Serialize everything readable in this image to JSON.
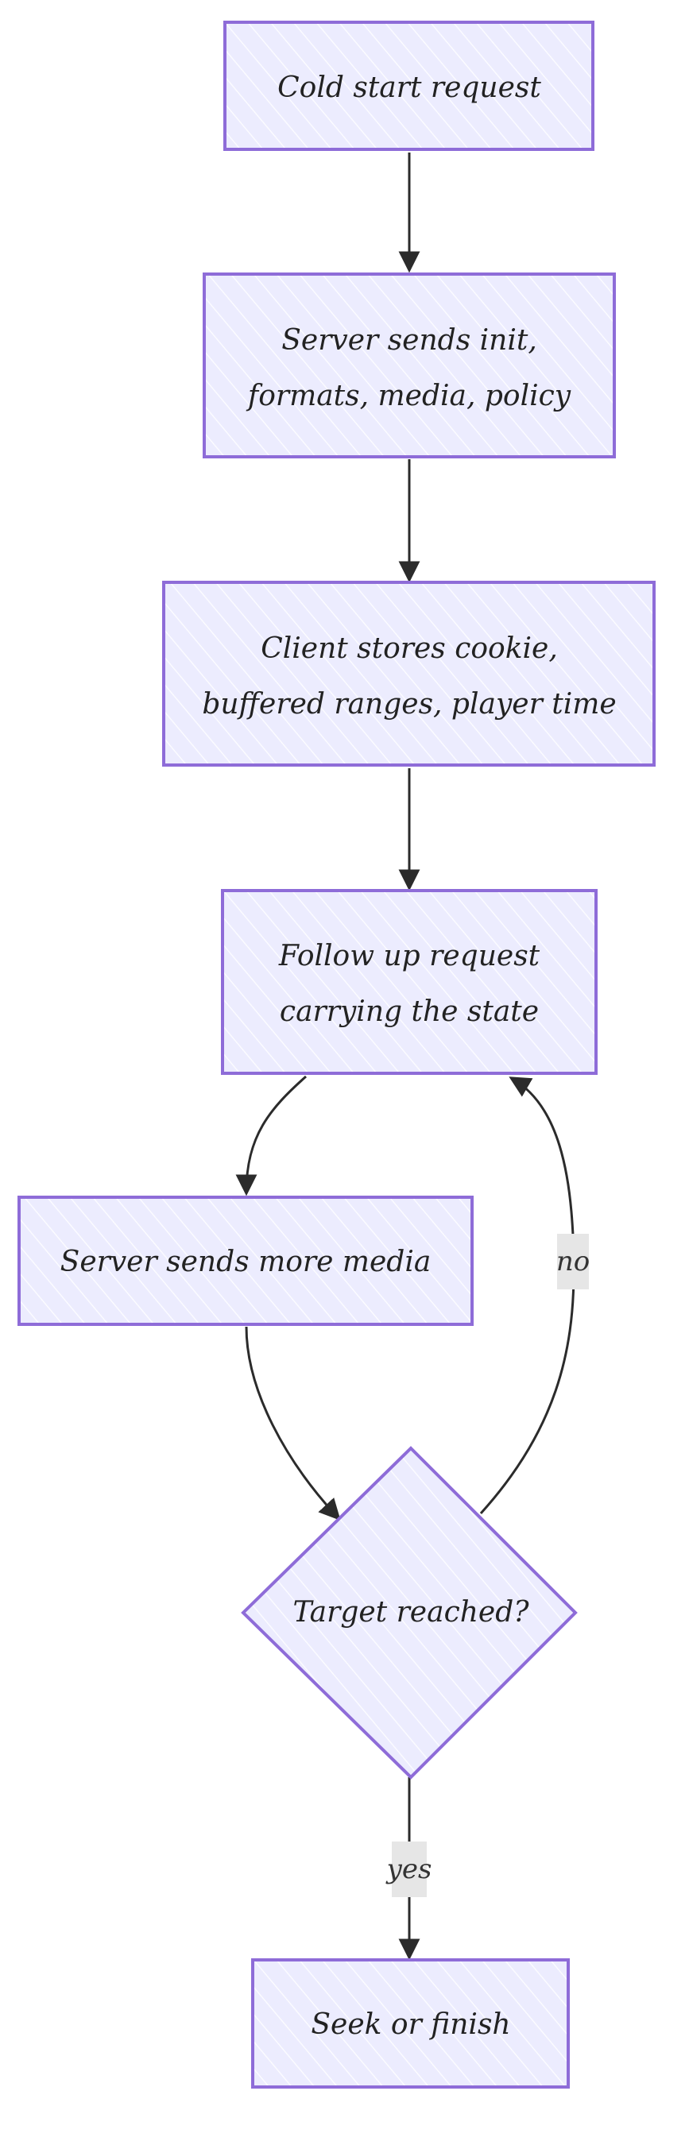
{
  "colors": {
    "node_fill": "#ececfe",
    "node_stroke": "#8e6cd8",
    "hatch": "#ffffff",
    "edge": "#2b2b2b",
    "label_bg": "#e6e6e6"
  },
  "nodes": {
    "cold_start": {
      "line1": "Cold start request"
    },
    "server_init": {
      "line1": "Server sends init,",
      "line2": "formats, media, policy"
    },
    "client_stores": {
      "line1": "Client stores cookie,",
      "line2": "buffered ranges, player time"
    },
    "follow_up": {
      "line1": "Follow up request",
      "line2": "carrying the state"
    },
    "more_media": {
      "line1": "Server sends more media"
    },
    "target": {
      "line1": "Target reached?"
    },
    "seek_finish": {
      "line1": "Seek or finish"
    }
  },
  "edges": {
    "no_label": "no",
    "yes_label": "yes"
  }
}
